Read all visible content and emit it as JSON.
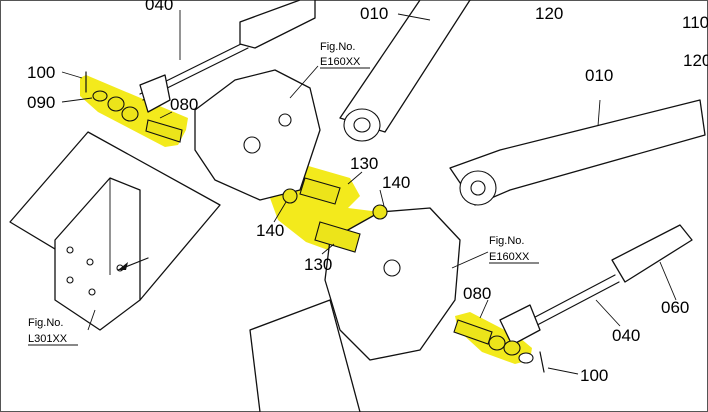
{
  "callouts": {
    "c040_top": "040",
    "c010_top": "010",
    "c120": "120",
    "c110": "110",
    "c120b": "120",
    "c100_top": "100",
    "c090": "090",
    "c080_top": "080",
    "c010_mid": "010",
    "c130_top": "130",
    "c140_right": "140",
    "c140_left": "140",
    "c130_bottom": "130",
    "c080_bottom": "080",
    "c060": "060",
    "c040_bottom": "040",
    "c100_bottom": "100"
  },
  "figrefs": {
    "e160_top": {
      "line1": "Fig.No.",
      "line2": "E160XX"
    },
    "e160_mid": {
      "line1": "Fig.No.",
      "line2": "E160XX"
    },
    "l301": {
      "line1": "Fig.No.",
      "line2": "L301XX"
    }
  },
  "colors": {
    "highlight": "#f3ea1c",
    "ink": "#111111",
    "paper": "#ffffff",
    "frame": "#555555"
  }
}
